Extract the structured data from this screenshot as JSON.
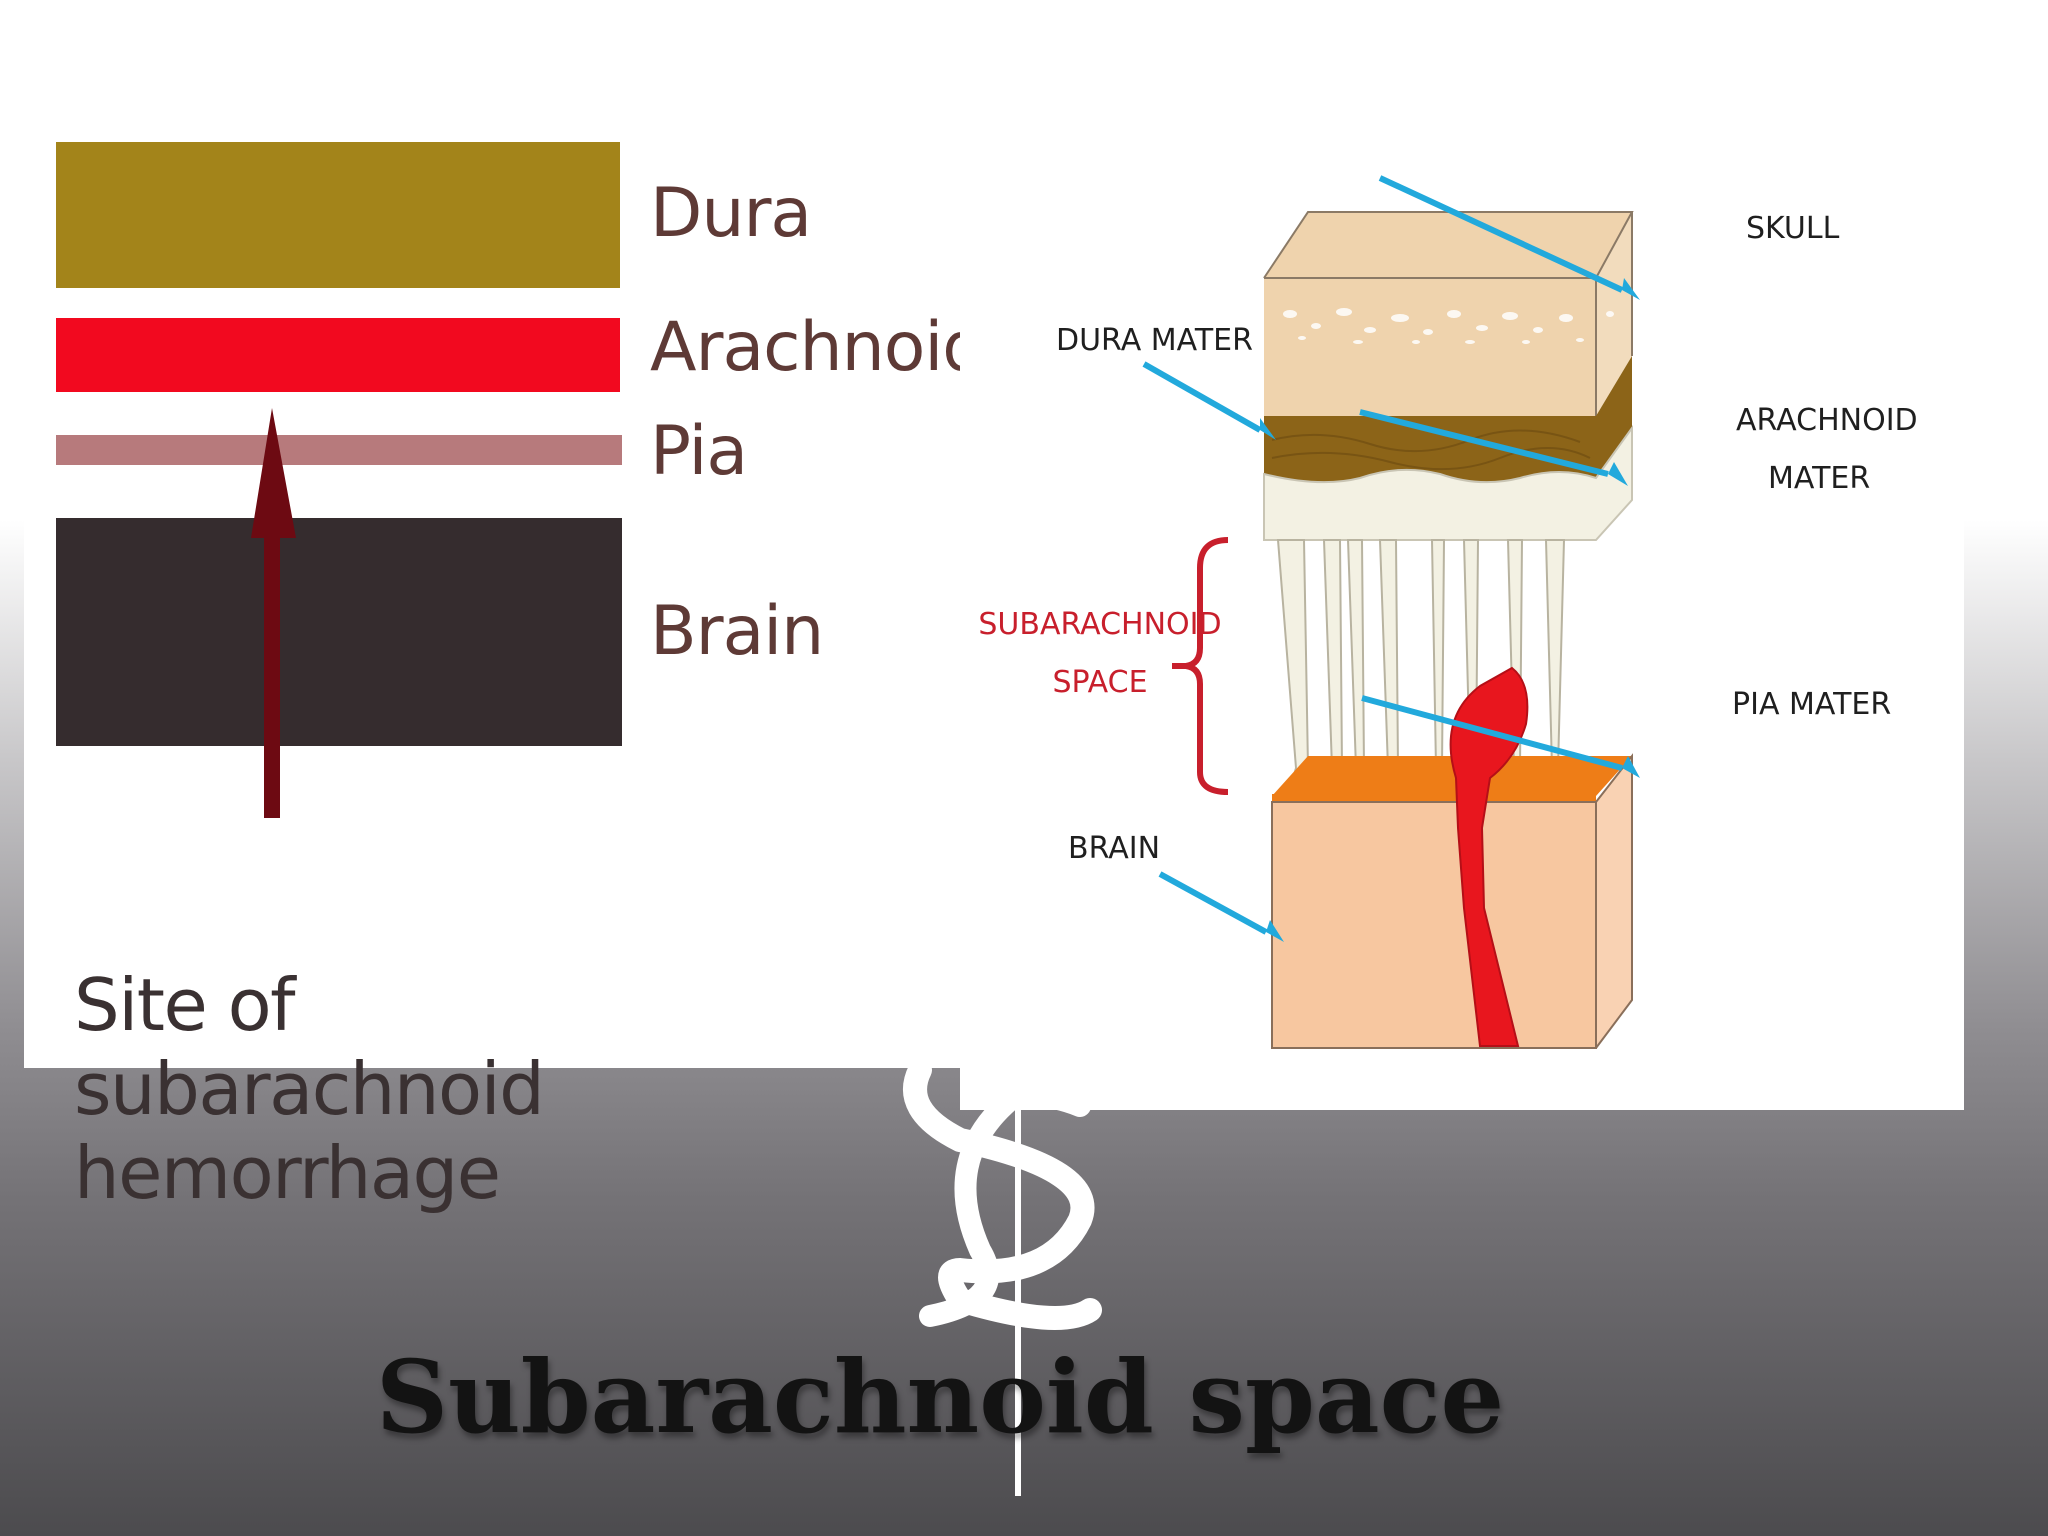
{
  "left_diagram": {
    "layers": [
      {
        "id": "dura",
        "label": "Dura",
        "color": "#a3841a"
      },
      {
        "id": "arachnoid",
        "label": "Arachnoid",
        "color": "#f2091f"
      },
      {
        "id": "pia",
        "label": "Pia",
        "color": "#b77a7c"
      },
      {
        "id": "brain",
        "label": "Brain",
        "color": "#352c2e"
      }
    ],
    "arrow_color": "#6d0a12",
    "site_label": "Site of subarachnoid hemorrhage"
  },
  "right_diagram": {
    "labels": {
      "skull": "SKULL",
      "dura_mater": "DURA MATER",
      "arachnoid_line1": "ARACHNOID",
      "arachnoid_line2": "MATER",
      "subarachnoid_line1": "SUBARACHNOID",
      "subarachnoid_line2": "SPACE",
      "pia_mater": "PIA MATER",
      "brain": "BRAIN"
    },
    "colors": {
      "pointer": "#22a9dc",
      "subarachnoid": "#c81f2c",
      "skull": "#efd3ad",
      "dura": "#8c6418",
      "pia": "#ee7d17",
      "brain": "#f7c7a0",
      "vessel": "#e8161e",
      "trabeculae": "#f3f1e3"
    }
  },
  "title": "Subarachnoid space"
}
